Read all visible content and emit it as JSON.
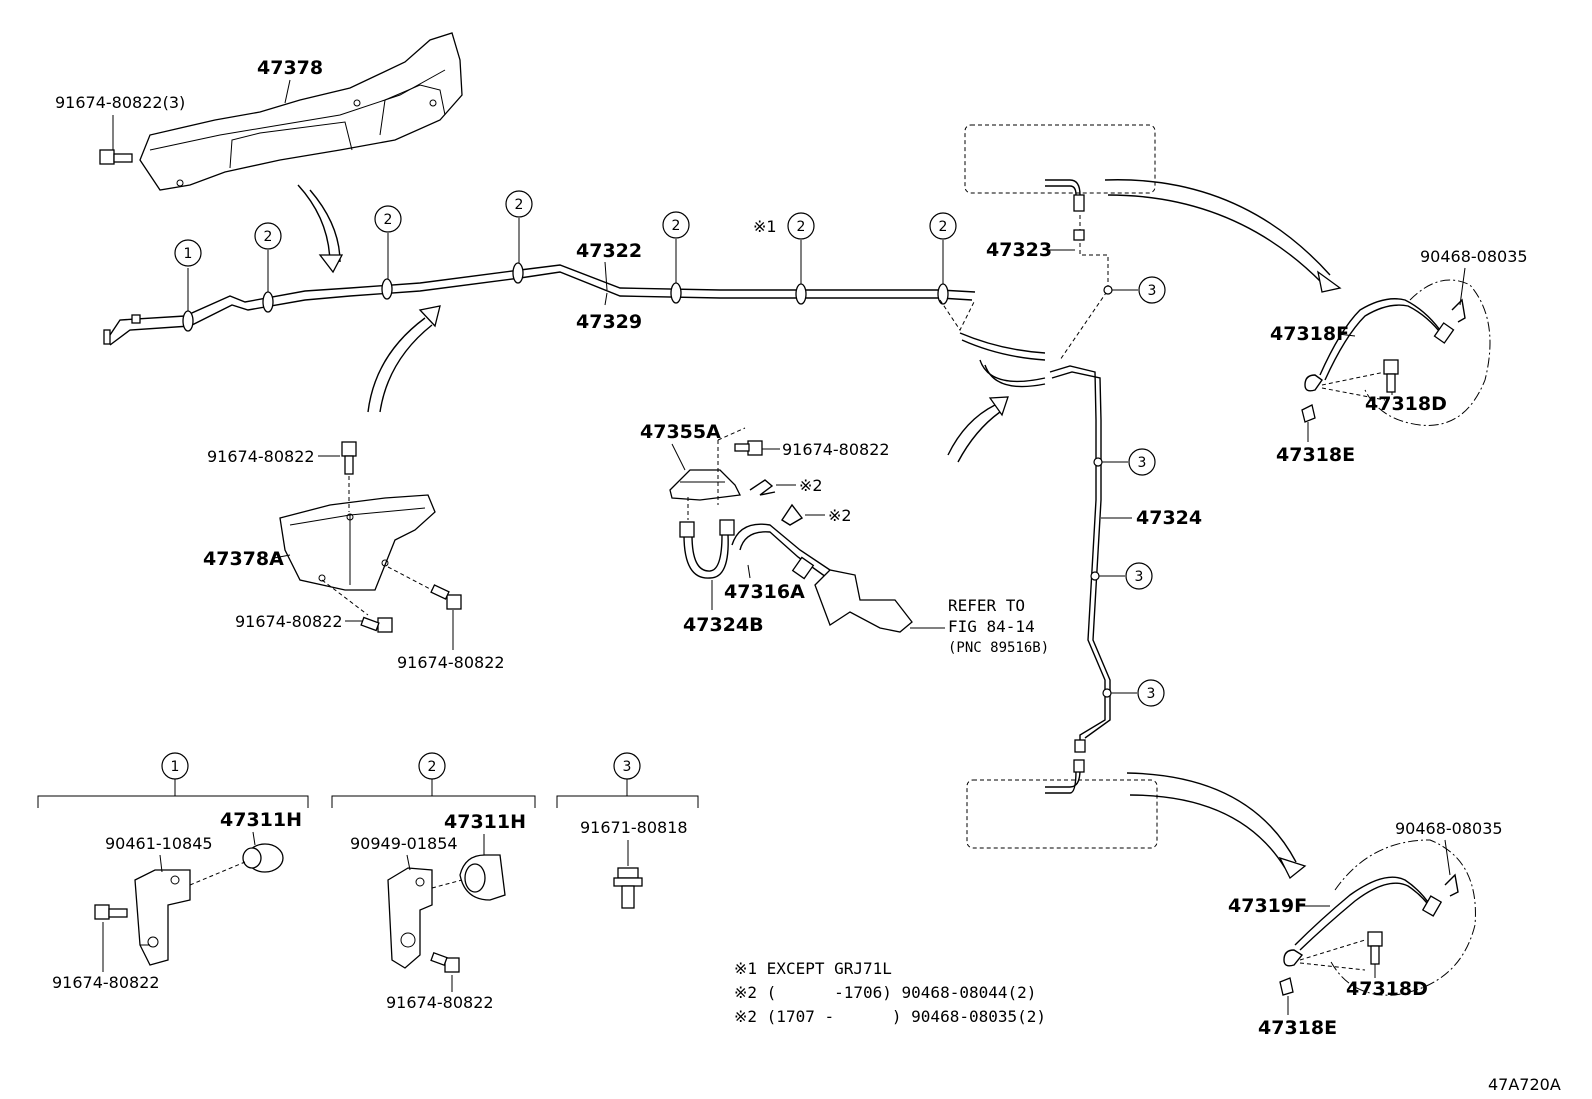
{
  "parts": {
    "p47378": "47378",
    "p91674_3": "91674-80822(3)",
    "p47322": "47322",
    "p47329": "47329",
    "p47323": "47323",
    "p47324": "47324",
    "p47355A": "47355A",
    "p91674_clip": "91674-80822",
    "p47316A": "47316A",
    "p47324B": "47324B",
    "p91674_a": "91674-80822",
    "p47378A": "47378A",
    "p91674_b": "91674-80822",
    "p91674_c": "91674-80822",
    "p47318F": "47318F",
    "p90468_top": "90468-08035",
    "p47318D_top": "47318D",
    "p47318E_top": "47318E",
    "p47319F": "47319F",
    "p90468_bot": "90468-08035",
    "p47318D_bot": "47318D",
    "p47318E_bot": "47318E",
    "k1_hole": "47311H",
    "k1_clip": "90461-10845",
    "k1_bolt": "91674-80822",
    "k2_hole": "47311H",
    "k2_clip": "90949-01854",
    "k2_bolt": "91674-80822",
    "k3_bolt": "91671-80818"
  },
  "markers": {
    "m1": "1",
    "m2": "2",
    "m3": "3",
    "star1": "※1",
    "star2": "※2"
  },
  "refer": {
    "line1": "REFER TO",
    "line2": "FIG 84-14",
    "line3": "(PNC 89516B)"
  },
  "notes": {
    "n1": "※1 EXCEPT GRJ71L",
    "n2": "※2 (      -1706) 90468-08044(2)",
    "n3": "※2 (1707 -      ) 90468-08035(2)"
  },
  "figure_id": "47A720A"
}
